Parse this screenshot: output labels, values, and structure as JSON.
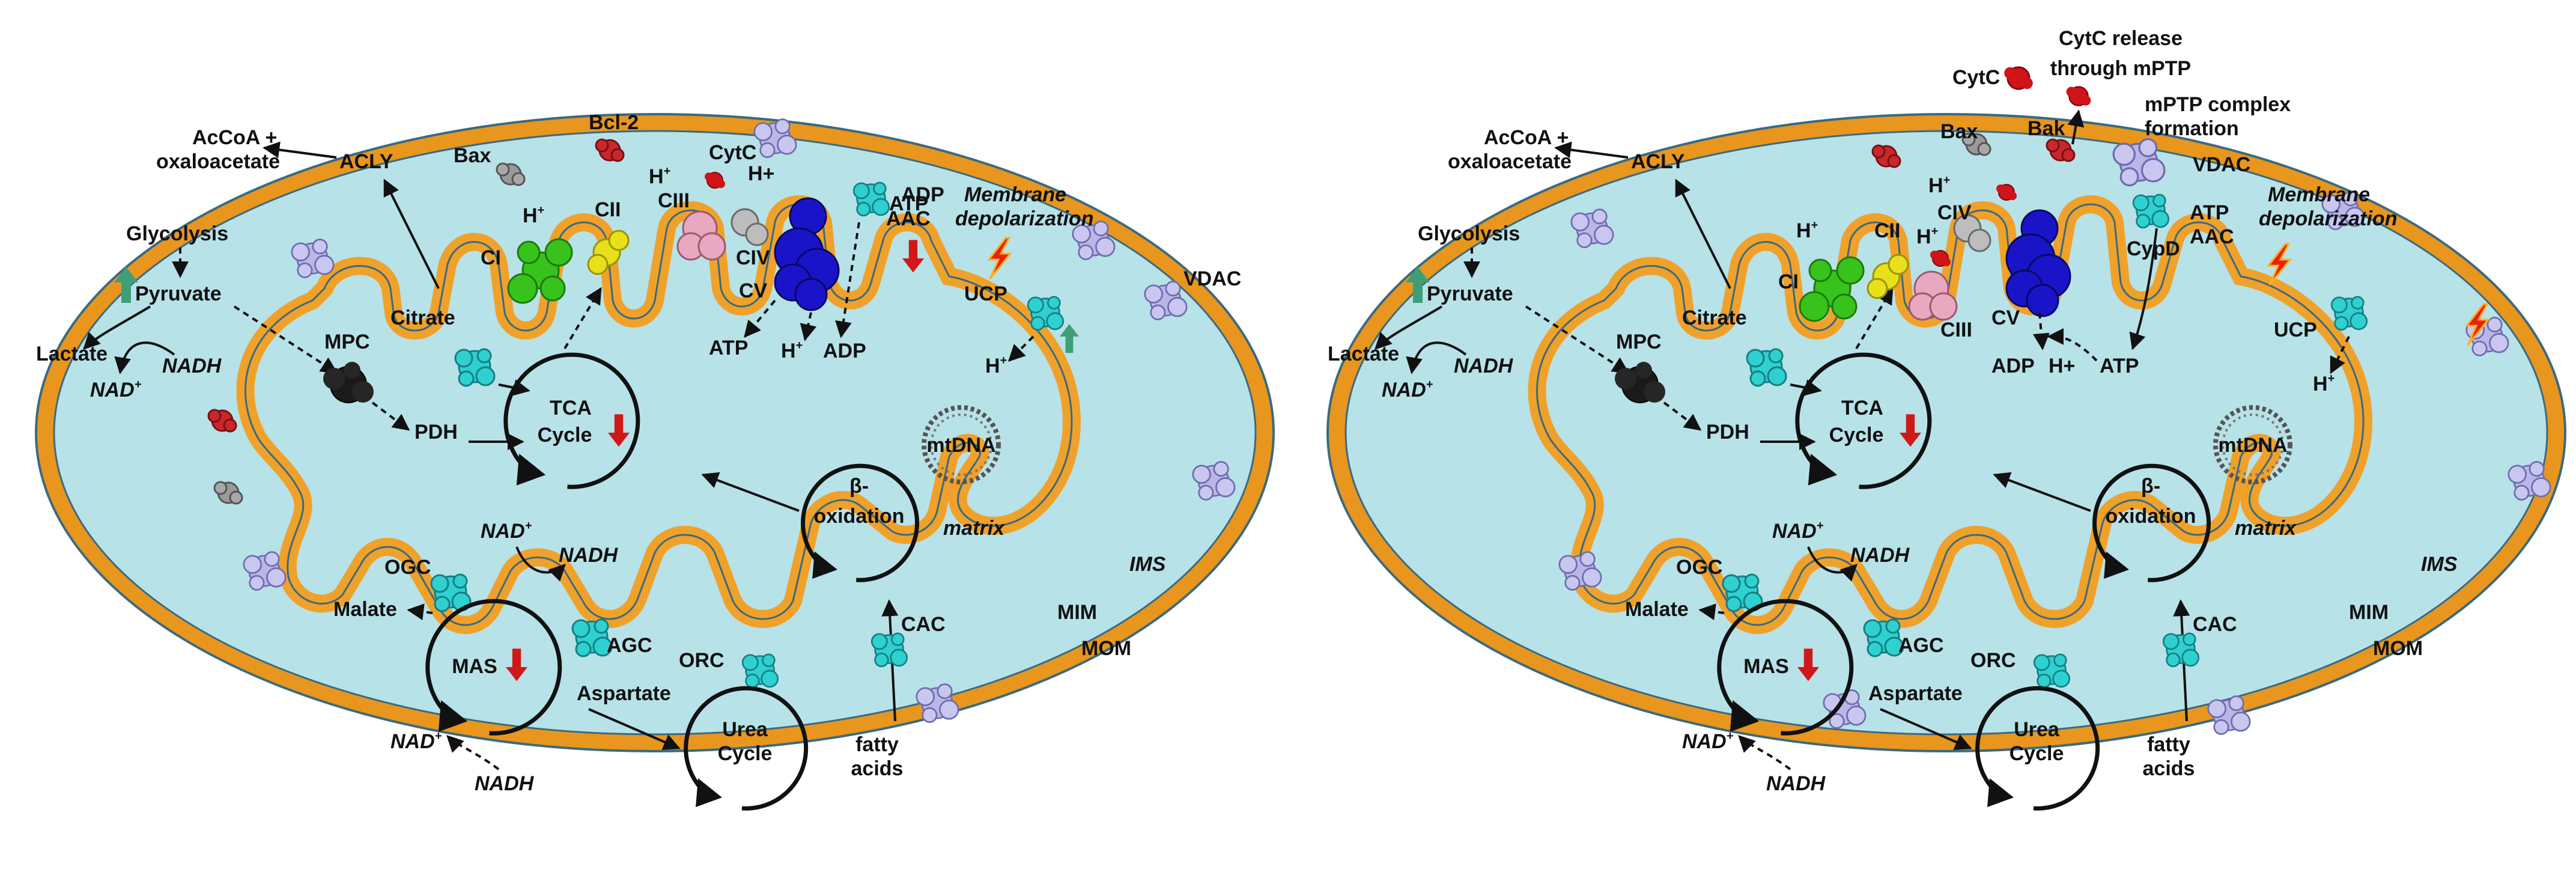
{
  "panels": [
    {
      "id": "left",
      "labels": {
        "acco_a": "AcCoA +",
        "acco_b": "oxaloacetate",
        "acly": "ACLY",
        "glycolysis": "Glycolysis",
        "pyruvate": "Pyruvate",
        "lactate": "Lactate",
        "nad_a": "NAD",
        "nadh_a": "NADH",
        "mpc": "MPC",
        "pdh": "PDH",
        "citrate": "Citrate",
        "tca1": "TCA",
        "tca2": "Cycle",
        "bax": "Bax",
        "bcl2": "Bcl-2",
        "cytc": "CytC",
        "h_ciii": "H",
        "ciii": "CIII",
        "ci": "CI",
        "h_ci": "H",
        "cii": "CII",
        "civ": "CIV",
        "hplus_civ": "H+",
        "cv": "CV",
        "atp_cv": "ATP",
        "h_cv": "H",
        "adp_cv": "ADP",
        "atp_top": "ATP",
        "adp_top": "ADP",
        "aac": "AAC",
        "memb1": "Membrane",
        "memb2": "depolarization",
        "ucp": "UCP",
        "h_ucp": "H",
        "vdac": "VDAC",
        "mtdna": "mtDNA",
        "beta1": "β-",
        "beta2": "oxidation",
        "matrix": "matrix",
        "ims": "IMS",
        "mim": "MIM",
        "mom": "MOM",
        "nad_b": "NAD",
        "nadh_b": "NADH",
        "ogc": "OGC",
        "malate": "Malate",
        "mas": "MAS",
        "agc": "AGC",
        "aspartate": "Aspartate",
        "orc": "ORC",
        "urea1": "Urea",
        "urea2": "Cycle",
        "cac": "CAC",
        "fatty1": "fatty",
        "fatty2": "acids",
        "nad_c": "NAD",
        "nadh_c": "NADH"
      }
    },
    {
      "id": "right",
      "labels": {
        "acco_a": "AcCoA +",
        "acco_b": "oxaloacetate",
        "acly": "ACLY",
        "glycolysis": "Glycolysis",
        "pyruvate": "Pyruvate",
        "lactate": "Lactate",
        "nad_a": "NAD",
        "nadh_a": "NADH",
        "mpc": "MPC",
        "pdh": "PDH",
        "citrate": "Citrate",
        "tca1": "TCA",
        "tca2": "Cycle",
        "cytc": "CytC",
        "release1": "CytC release",
        "release2": "through mPTP",
        "mptp1": "mPTP complex",
        "mptp2": "formation",
        "bax": "Bax",
        "bak": "Bak",
        "h_civ": "H",
        "civ": "CIV",
        "cypd": "CypD",
        "vdac": "VDAC",
        "ci": "CI",
        "h_ci": "H",
        "cii": "CII",
        "h_ciii": "H",
        "ciii": "CIII",
        "cv": "CV",
        "adp_cv": "ADP",
        "hplus_cv": "H+",
        "atp_cv": "ATP",
        "atp_top": "ATP",
        "aac": "AAC",
        "memb1": "Membrane",
        "memb2": "depolarization",
        "ucp": "UCP",
        "h_ucp": "H",
        "mtdna": "mtDNA",
        "beta1": "β-",
        "beta2": "oxidation",
        "matrix": "matrix",
        "ims": "IMS",
        "mim": "MIM",
        "mom": "MOM",
        "nad_b": "NAD",
        "nadh_b": "NADH",
        "ogc": "OGC",
        "malate": "Malate",
        "mas": "MAS",
        "agc": "AGC",
        "aspartate": "Aspartate",
        "orc": "ORC",
        "urea1": "Urea",
        "urea2": "Cycle",
        "cac": "CAC",
        "fatty1": "fatty",
        "fatty2": "acids",
        "nad_c": "NAD",
        "nadh_c": "NADH"
      }
    }
  ],
  "superscript_plus": "+",
  "colors": {
    "outer_membrane": "#e8961e",
    "membrane_outline": "#3a6a80",
    "ims": "#f0a12a",
    "matrix": "#b7e2e8",
    "transporter": "#2fd0d0",
    "vdac": "#b9b7e8",
    "mpc": "#1a1a1a",
    "bcl2": "#c8282c",
    "bax": "#9a9a9a",
    "ci": "#38c21c",
    "cii": "#e8e01a",
    "ciii": "#e8a8c0",
    "civ": "#bdbdbd",
    "cv": "#1a14c8",
    "cytc": "#d0141a",
    "up_arrow": "#3e9e78",
    "down_arrow": "#d01818",
    "lightning": "#e82010"
  }
}
